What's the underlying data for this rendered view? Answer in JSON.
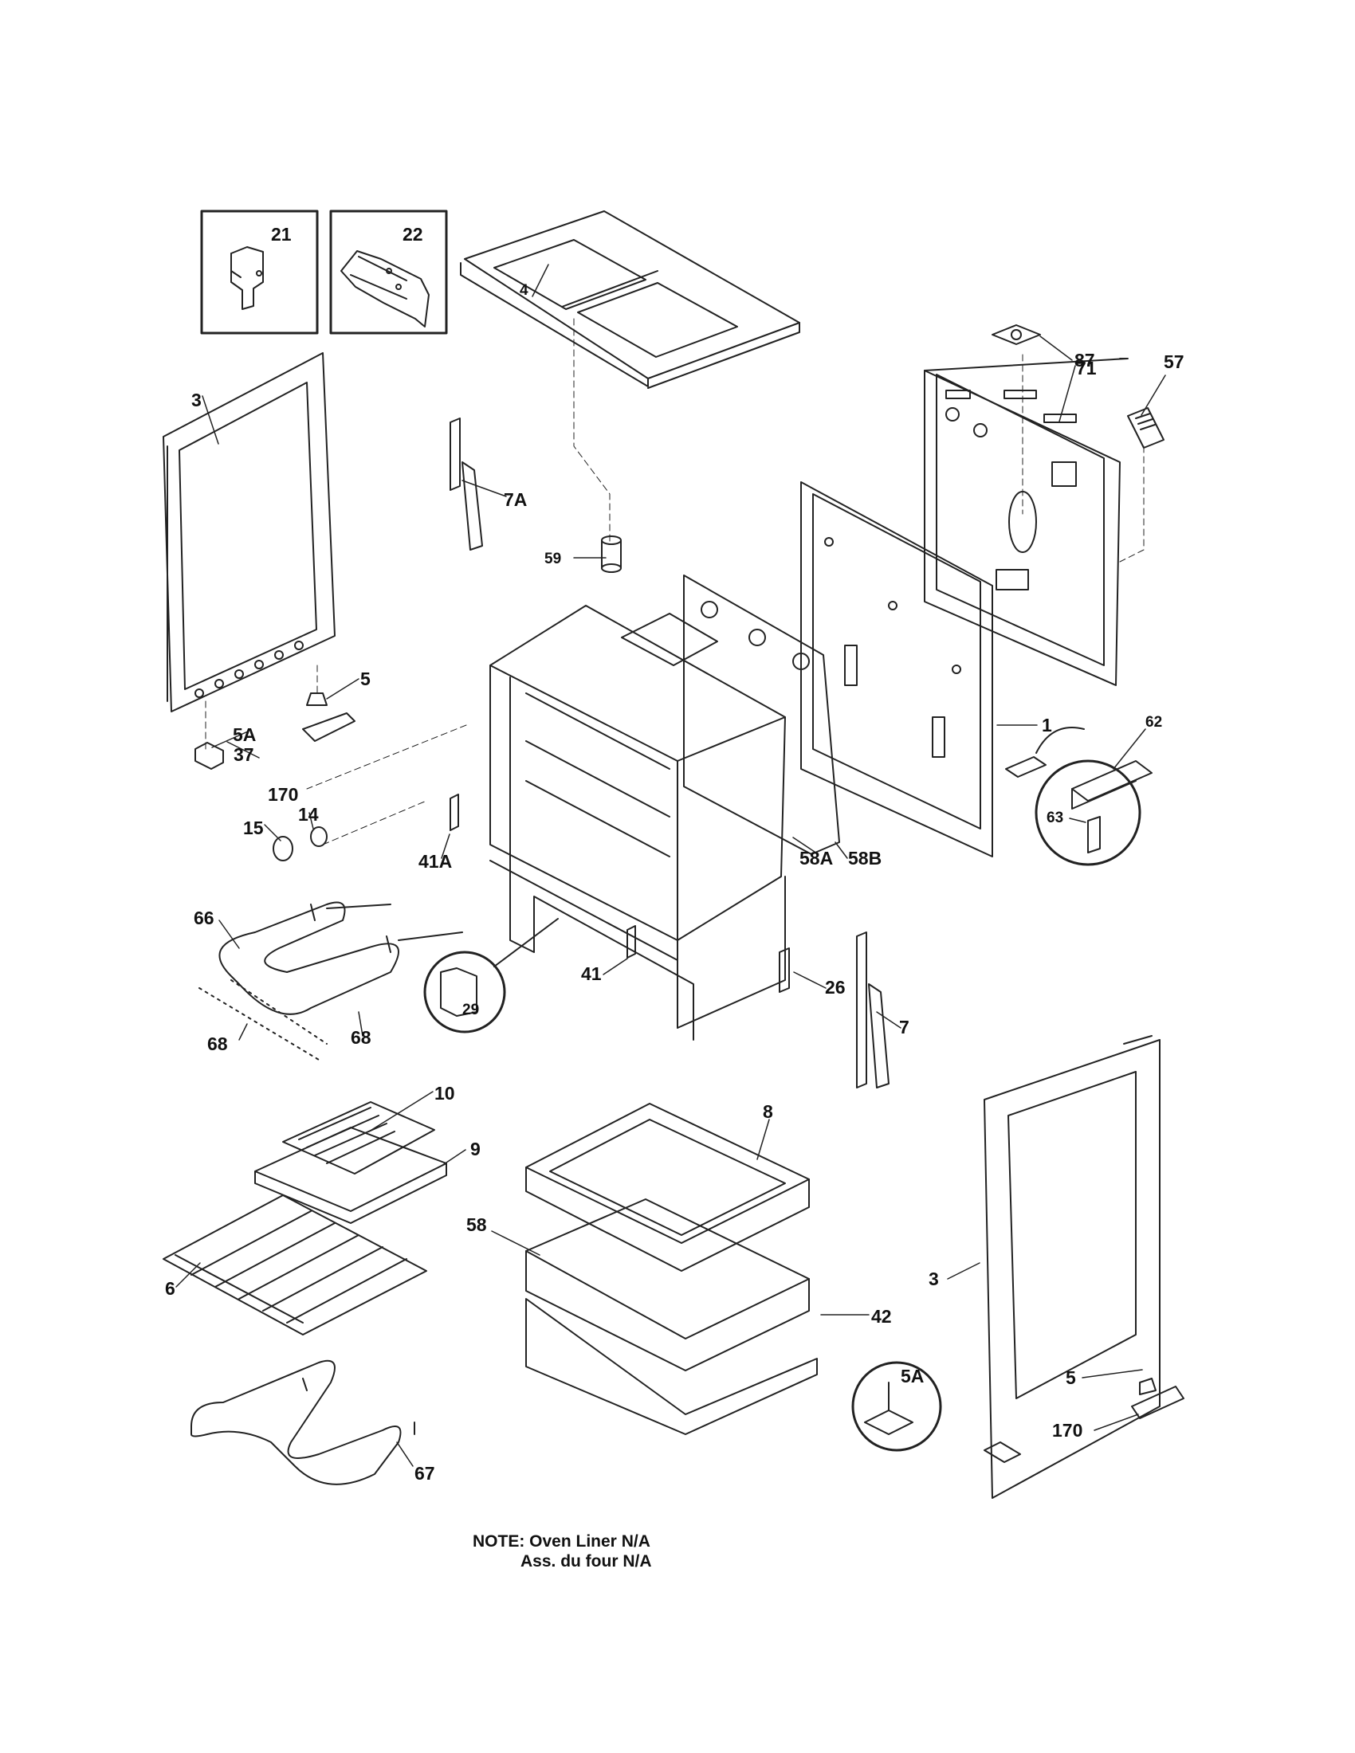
{
  "diagram": {
    "labels": {
      "l21": "21",
      "l22": "22",
      "l3a": "3",
      "l4": "4",
      "l87": "87",
      "l57": "57",
      "l71": "71",
      "l7A": "7A",
      "l59": "59",
      "l5a": "5",
      "l5Aa": "5A",
      "l37": "37",
      "l170a": "170",
      "l14": "14",
      "l15": "15",
      "l1": "1",
      "l62": "62",
      "l63": "63",
      "l41A": "41A",
      "l58A": "58A",
      "l58B": "58B",
      "l66": "66",
      "l29": "29",
      "l41": "41",
      "l26": "26",
      "l7": "7",
      "l68a": "68",
      "l68b": "68",
      "l10": "10",
      "l9": "9",
      "l8": "8",
      "l58": "58",
      "l6": "6",
      "l3b": "3",
      "l42": "42",
      "l5Ab": "5A",
      "l5b": "5",
      "l170b": "170",
      "l67": "67"
    },
    "note_line1": "NOTE: Oven Liner N/A",
    "note_line2": "Ass. du four N/A"
  }
}
